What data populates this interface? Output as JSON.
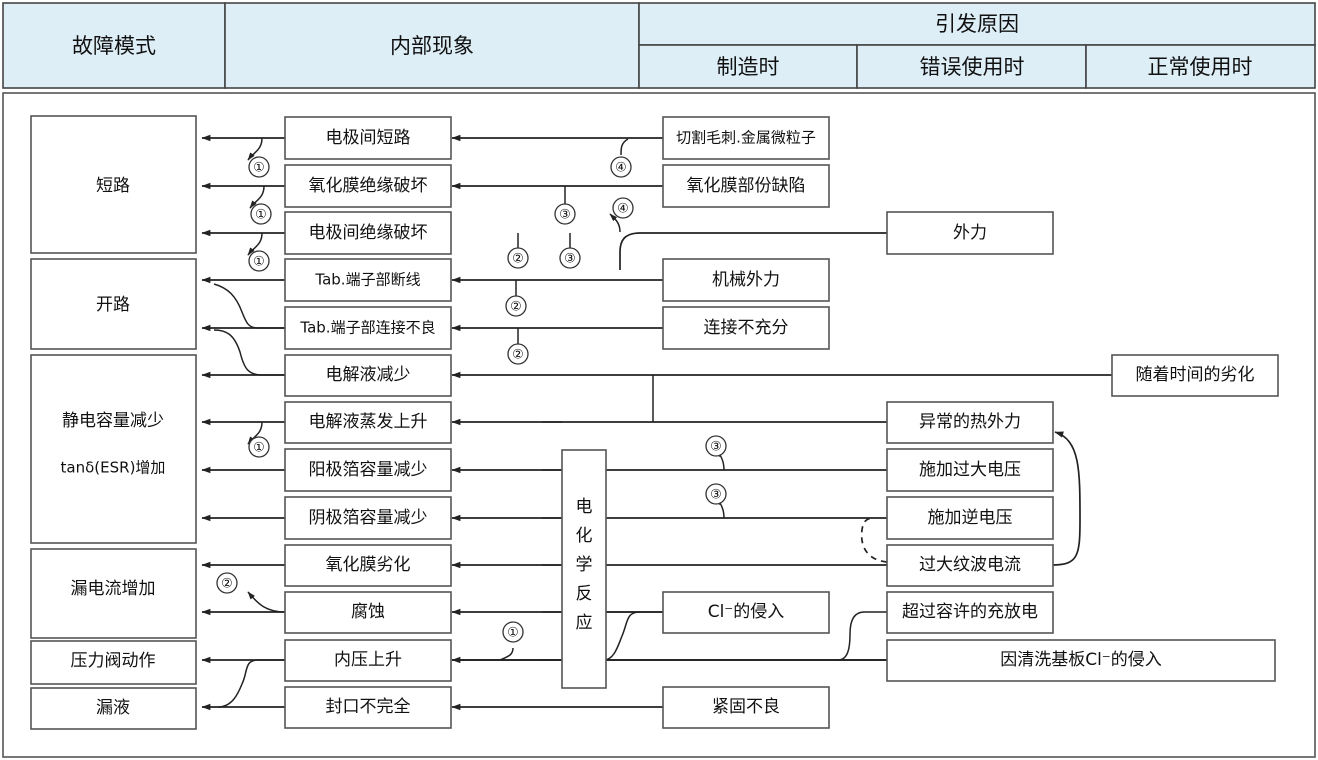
{
  "header": {
    "col_fault_mode": "故障模式",
    "col_internal": "内部现象",
    "col_cause": "引发原因",
    "sub_manufacturing": "制造时",
    "sub_misuse": "错误使用时",
    "sub_normal": "正常使用时"
  },
  "fault_modes": [
    {
      "label": "短路"
    },
    {
      "label": "开路"
    },
    {
      "label": "静电容量减少",
      "label2": "tanδ(ESR)增加"
    },
    {
      "label": "漏电流增加"
    },
    {
      "label": "压力阀动作"
    },
    {
      "label": "漏液"
    }
  ],
  "internal": [
    {
      "label": "电极间短路"
    },
    {
      "label": "氧化膜绝缘破坏"
    },
    {
      "label": "电极间绝缘破坏"
    },
    {
      "label": "Tab.端子部断线"
    },
    {
      "label": "Tab.端子部连接不良"
    },
    {
      "label": "电解液减少"
    },
    {
      "label": "电解液蒸发上升"
    },
    {
      "label": "阳极箔容量减少"
    },
    {
      "label": "阴极箔容量减少"
    },
    {
      "label": "氧化膜劣化"
    },
    {
      "label": "腐蚀"
    },
    {
      "label": "内压上升"
    },
    {
      "label": "封口不完全"
    }
  ],
  "causes_manufacturing": [
    {
      "label": "切割毛刺.金属微粒子"
    },
    {
      "label": "氧化膜部份缺陷"
    },
    {
      "label": "机械外力"
    },
    {
      "label": "连接不充分"
    },
    {
      "label": "Cl⁻的侵入"
    },
    {
      "label": "紧固不良"
    }
  ],
  "causes_misuse": [
    {
      "label": "外力"
    },
    {
      "label": "异常的热外力"
    },
    {
      "label": "施加过大电压"
    },
    {
      "label": "施加逆电压"
    },
    {
      "label": "过大纹波电流"
    },
    {
      "label": "超过容许的充放电"
    },
    {
      "label": "因清洗基板Cl⁻的侵入"
    }
  ],
  "causes_normal": [
    {
      "label": "随着时间的劣化"
    }
  ],
  "electrochemical": {
    "label": "电化学反应",
    "chars": [
      "电",
      "化",
      "学",
      "反",
      "应"
    ]
  },
  "markers": [
    {
      "id": "m1",
      "text": "①"
    },
    {
      "id": "m2",
      "text": "①"
    },
    {
      "id": "m3",
      "text": "①"
    },
    {
      "id": "m4",
      "text": "②"
    },
    {
      "id": "m5",
      "text": "②"
    },
    {
      "id": "m6",
      "text": "②"
    },
    {
      "id": "m7",
      "text": "③"
    },
    {
      "id": "m8",
      "text": "③"
    },
    {
      "id": "m9",
      "text": "④"
    },
    {
      "id": "m10",
      "text": "④"
    },
    {
      "id": "m11",
      "text": "①"
    },
    {
      "id": "m12",
      "text": "②"
    },
    {
      "id": "m13",
      "text": "③"
    },
    {
      "id": "m14",
      "text": "③"
    },
    {
      "id": "m15",
      "text": "①"
    }
  ],
  "colors": {
    "header_fill": "#ddeef7",
    "border": "#555555",
    "line": "#222222"
  }
}
